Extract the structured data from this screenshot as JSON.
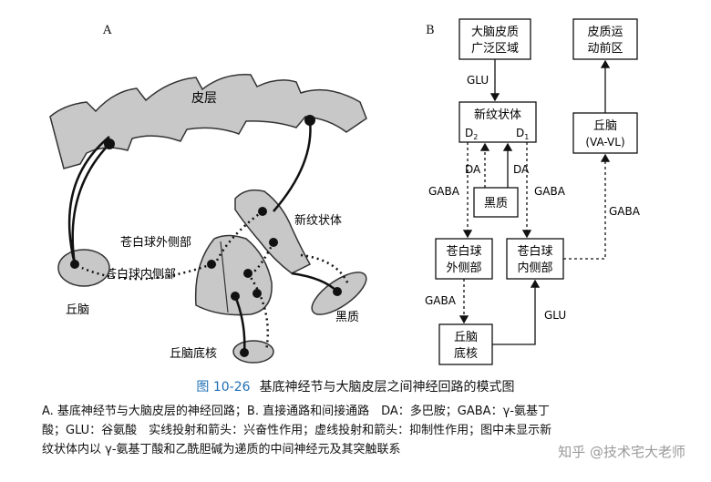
{
  "panel_a": {
    "letter": "A",
    "cortex": "皮层",
    "striatum": "新纹状体",
    "gpe": "苍白球外侧部",
    "gpi": "苍白球内侧部",
    "thalamus": "丘脑",
    "snc": "黑质",
    "stn": "丘脑底核"
  },
  "panel_b": {
    "letter": "B",
    "cortex_box": [
      "大脑皮质",
      "广泛区域"
    ],
    "premotor_box": [
      "皮质运",
      "动前区"
    ],
    "striatum_box": "新纹状体",
    "d2": "D",
    "d2_sub": "2",
    "d1": "D",
    "d1_sub": "1",
    "thalamus_box": [
      "丘脑",
      "(VA-VL)"
    ],
    "sn_box": "黑质",
    "gpe_box": [
      "苍白球",
      "外侧部"
    ],
    "gpi_box": [
      "苍白球",
      "内侧部"
    ],
    "stn_box": [
      "丘脑",
      "底核"
    ],
    "glu": "GLU",
    "gaba": "GABA",
    "da": "DA"
  },
  "caption": {
    "figure_no": "图 10-26",
    "title": "基底神经节与大脑皮层之间神经回路的模式图",
    "line1": "A. 基底神经节与大脑皮层的神经回路；B. 直接通路和间接通路　DA：多巴胺；GABA：γ-氨基丁",
    "line2": "酸；GLU：谷氨酸　实线投射和箭头：兴奋性作用；虚线投射和箭头：抑制性作用；图中未显示新",
    "line3": "纹状体内以 γ-氨基丁酸和乙酰胆碱为递质的中间神经元及其突触联系"
  },
  "watermark": "知乎 @技术宅大老师",
  "colors": {
    "figure_label": "#1f6fb5",
    "structure_fill": "#c8c8c8"
  }
}
